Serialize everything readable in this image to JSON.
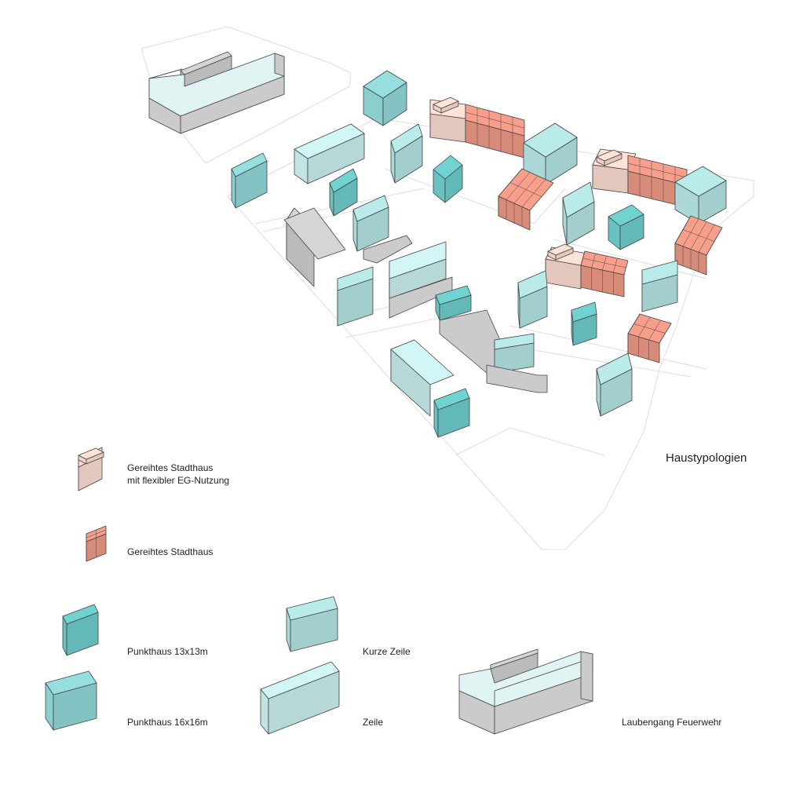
{
  "title": "Haustypologien",
  "colors": {
    "stadthaus_flex": "#f8d8cc",
    "stadthaus": "#ec9784",
    "punkthaus_13": "#6cc8c8",
    "punkthaus_16": "#8fd4d4",
    "kurze_zeile": "#b0e0e0",
    "zeile": "#c8eaea",
    "laubengang_top": "#e0f4f4",
    "grey": "#cbcbcb",
    "outline": "#444444",
    "site_line": "#dddddd"
  },
  "legend": {
    "flex_line1": "Gereihtes Stadthaus",
    "flex_line2": "mit flexibler EG-Nutzung",
    "stadthaus": "Gereihtes Stadthaus",
    "punkthaus13": "Punkthaus 13x13m",
    "punkthaus16": "Punkthaus 16x16m",
    "kurze_zeile": "Kurze Zeile",
    "zeile": "Zeile",
    "laubengang": "Laubengang Feuerwehr"
  }
}
